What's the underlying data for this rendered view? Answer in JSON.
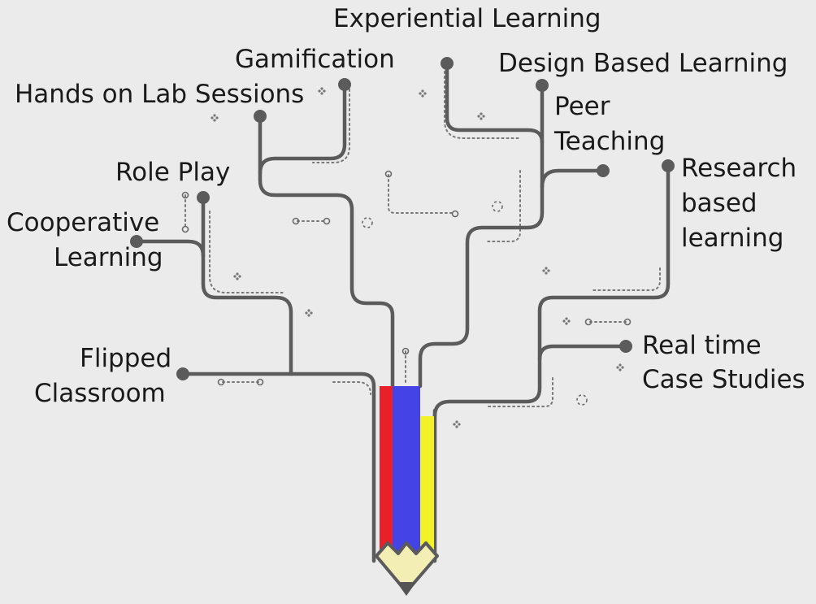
{
  "colors": {
    "background": "#ebebeb",
    "branch": "#5b5b5b",
    "pencil_red": "#e8202a",
    "pencil_blue": "#4343e6",
    "pencil_yellow": "#f2f22a",
    "pencil_wood": "#f3eeb4"
  },
  "labels": {
    "experiential_learning": "Experiential Learning",
    "gamification": "Gamification",
    "design_based_learning": "Design Based Learning",
    "hands_on_lab_sessions": "Hands on Lab Sessions",
    "peer_teaching": [
      "Peer",
      "Teaching"
    ],
    "role_play": "Role Play",
    "research_based_learning": [
      "Research",
      "based",
      "learning"
    ],
    "cooperative_learning": [
      "Cooperative",
      "Learning"
    ],
    "flipped_classroom": [
      "Flipped",
      "Classroom"
    ],
    "real_time_case_studies": [
      "Real time",
      "Case Studies"
    ]
  }
}
